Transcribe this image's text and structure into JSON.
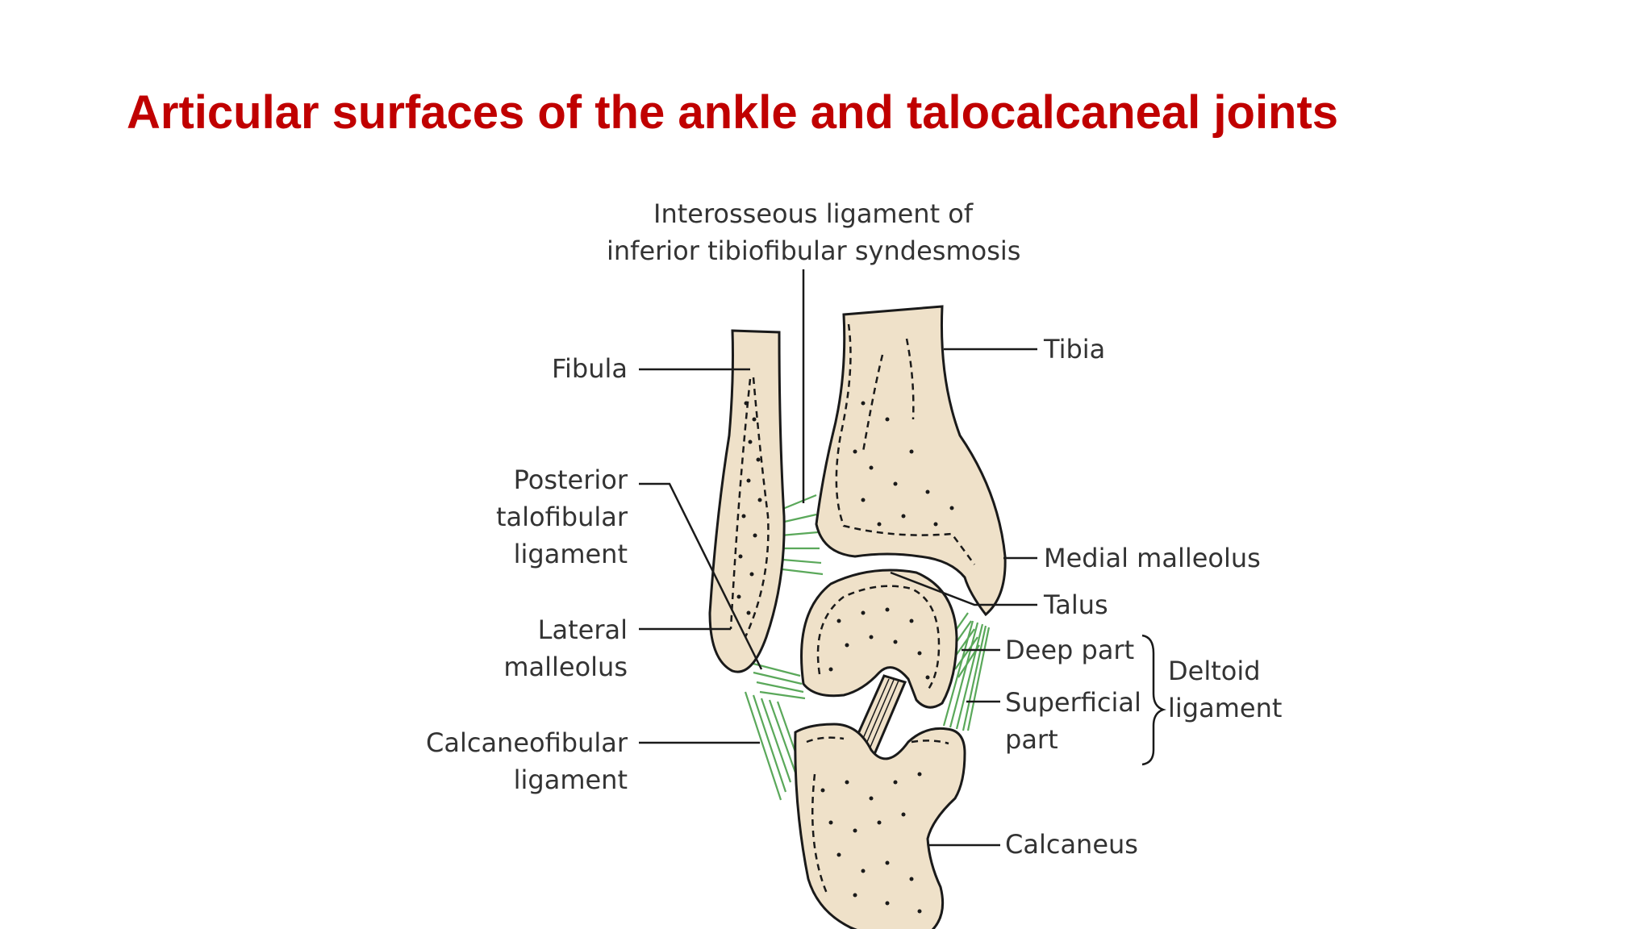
{
  "title": "Articular surfaces of the ankle and talocalcaneal joints",
  "labels": {
    "interosseous_line1": "Interosseous ligament of",
    "interosseous_line2": "inferior tibiofibular syndesmosis",
    "fibula": "Fibula",
    "tibia": "Tibia",
    "posterior_line1": "Posterior",
    "posterior_line2": "talofibular",
    "posterior_line3": "ligament",
    "medial_malleolus": "Medial malleolus",
    "talus": "Talus",
    "lateral_line1": "Lateral",
    "lateral_line2": "malleolus",
    "deep_part": "Deep part",
    "superficial_line1": "Superficial",
    "superficial_line2": "part",
    "deltoid_line1": "Deltoid",
    "deltoid_line2": "ligament",
    "calcaneofibular_line1": "Calcaneofibular",
    "calcaneofibular_line2": "ligament",
    "calcaneus": "Calcaneus"
  },
  "colors": {
    "title": "#c00000",
    "bone_fill": "#efe1c9",
    "ligament": "#5aa85a",
    "outline": "#1a1a1a"
  }
}
